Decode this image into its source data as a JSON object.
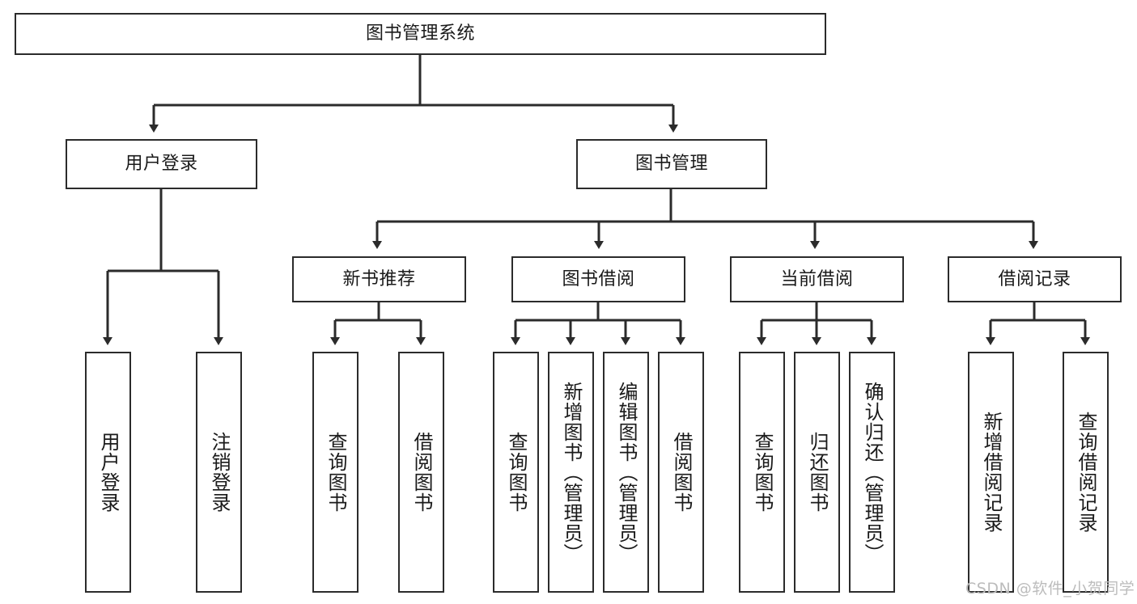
{
  "diagram": {
    "type": "hierarchy-tree",
    "title": "图书管理系统",
    "root": {
      "id": "root",
      "label": "图书管理系统"
    },
    "level2": [
      {
        "id": "user-login",
        "label": "用户登录"
      },
      {
        "id": "book-management",
        "label": "图书管理"
      }
    ],
    "level3": [
      {
        "id": "new-book-recommend",
        "label": "新书推荐",
        "parent": "book-management"
      },
      {
        "id": "book-borrow",
        "label": "图书借阅",
        "parent": "book-management"
      },
      {
        "id": "current-borrow",
        "label": "当前借阅",
        "parent": "book-management"
      },
      {
        "id": "borrow-record",
        "label": "借阅记录",
        "parent": "book-management"
      }
    ],
    "leaves": [
      {
        "id": "leaf-user-login",
        "label": "用户登录",
        "parent": "user-login"
      },
      {
        "id": "leaf-logout",
        "label": "注销登录",
        "parent": "user-login"
      },
      {
        "id": "leaf-query-book-1",
        "label": "查询图书",
        "parent": "new-book-recommend"
      },
      {
        "id": "leaf-borrow-book-1",
        "label": "借阅图书",
        "parent": "new-book-recommend"
      },
      {
        "id": "leaf-query-book-2",
        "label": "查询图书",
        "parent": "book-borrow"
      },
      {
        "id": "leaf-add-book",
        "label": "新增图书（管理员）",
        "parent": "book-borrow"
      },
      {
        "id": "leaf-edit-book",
        "label": "编辑图书（管理员）",
        "parent": "book-borrow"
      },
      {
        "id": "leaf-borrow-book-2",
        "label": "借阅图书",
        "parent": "book-borrow"
      },
      {
        "id": "leaf-query-book-3",
        "label": "查询图书",
        "parent": "current-borrow"
      },
      {
        "id": "leaf-return-book",
        "label": "归还图书",
        "parent": "current-borrow"
      },
      {
        "id": "leaf-confirm-return",
        "label": "确认归还（管理员）",
        "parent": "current-borrow"
      },
      {
        "id": "leaf-add-record",
        "label": "新增借阅记录",
        "parent": "borrow-record"
      },
      {
        "id": "leaf-query-record",
        "label": "查询借阅记录",
        "parent": "borrow-record"
      }
    ],
    "colors": {
      "stroke": "#2b2b2b",
      "fill": "#ffffff",
      "text": "#1a1a1a",
      "watermark": "#bcbcbc"
    }
  },
  "watermark": {
    "text": "CSDN @软件_小贺同学"
  }
}
